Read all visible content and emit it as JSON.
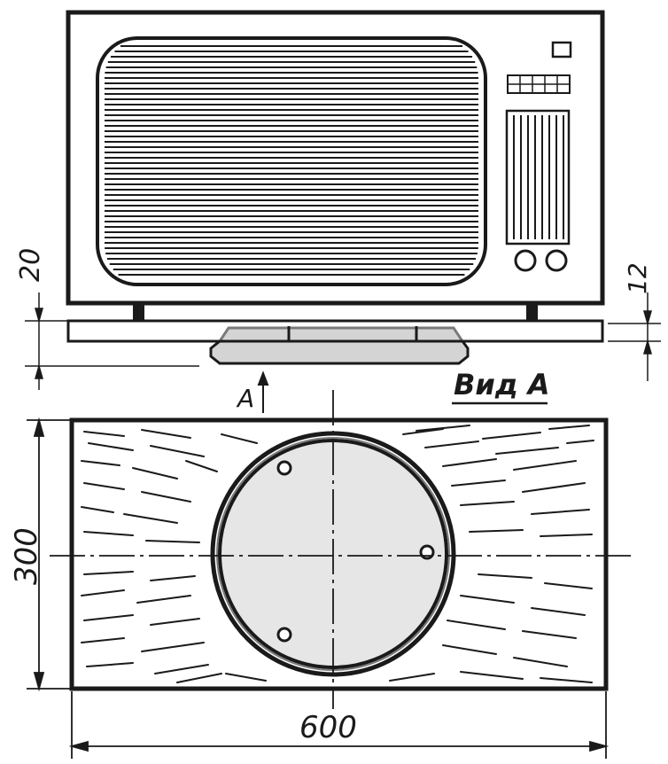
{
  "labels": {
    "dim_top": "20",
    "dim_right": "12",
    "arrow_label": "A",
    "view_label": "Вид А",
    "dim_height": "300",
    "dim_width": "600"
  },
  "colors": {
    "ink": "#1a1a1a",
    "base_fill": "#d4d4d4",
    "base_stroke": "#7a7a7a",
    "disc_fill": "#e6e6e6",
    "paper": "#ffffff"
  }
}
